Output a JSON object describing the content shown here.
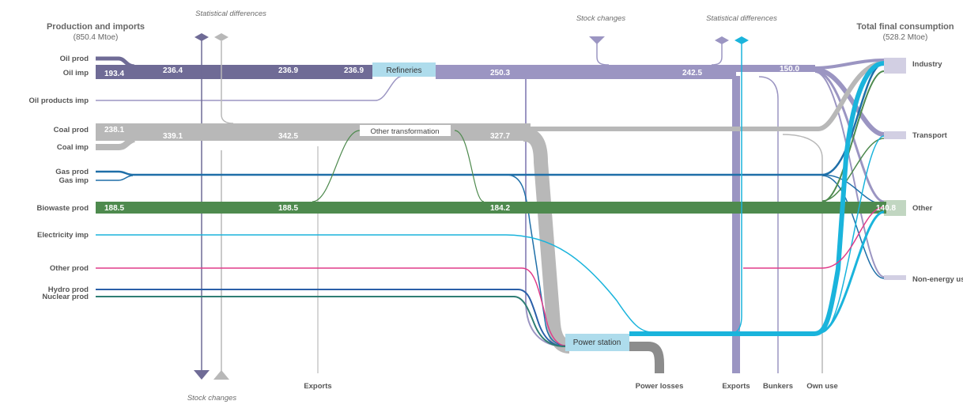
{
  "header": {
    "left_title": "Production and imports",
    "left_total": "(850.4 Mtoe)",
    "right_title": "Total final consumption",
    "right_total": "(528.2 Mtoe)"
  },
  "annotations": {
    "stat_diff_top": "Statistical differences",
    "stock_changes_top": "Stock changes",
    "stat_diff_top_right": "Statistical differences",
    "stock_changes_bottom": "Stock changes",
    "exports_mid": "Exports",
    "power_losses": "Power losses",
    "exports_right": "Exports",
    "bunkers": "Bunkers",
    "own_use": "Own use"
  },
  "sources": {
    "oil_prod": "Oil prod",
    "oil_imp": "Oil imp",
    "oil_products_imp": "Oil products imp",
    "coal_prod": "Coal prod",
    "coal_imp": "Coal imp",
    "gas_prod": "Gas prod",
    "gas_imp": "Gas imp",
    "biowaste_prod": "Biowaste prod",
    "electricity_imp": "Electricity imp",
    "other_prod": "Other prod",
    "hydro_prod": "Hydro prod",
    "nuclear_prod": "Nuclear prod"
  },
  "nodes": {
    "refineries": "Refineries",
    "other_transformation": "Other transformation",
    "power_station": "Power station"
  },
  "sectors": {
    "industry": "Industry",
    "transport": "Transport",
    "other": "Other",
    "non_energy": "Non-energy use"
  },
  "values": {
    "oil_1": "193.4",
    "oil_2": "236.4",
    "oil_3": "236.9",
    "oil_4": "236.9",
    "oil_5": "250.3",
    "oil_6": "242.5",
    "oil_7": "150.0",
    "coal_1": "238.1",
    "coal_2": "339.1",
    "coal_3": "342.5",
    "coal_4": "327.7",
    "bio_1": "188.5",
    "bio_2": "188.5",
    "bio_3": "184.2",
    "bio_4": "140.8"
  },
  "colors": {
    "oil_dark": "#6f6b96",
    "oil_light": "#9b95c2",
    "coal": "#b8b8b8",
    "gas": "#1f6fa8",
    "biowaste": "#4e8a4e",
    "electricity": "#1ab4dc",
    "other": "#e03c8a",
    "hydro": "#2a5fa8",
    "nuclear": "#2f7e74",
    "node_box": "#aedcec",
    "losses": "#8c8c8c"
  }
}
